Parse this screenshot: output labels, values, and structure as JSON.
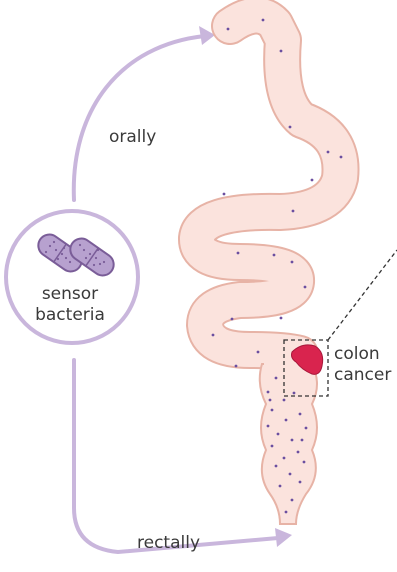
{
  "labels": {
    "orally": "orally",
    "rectally": "rectally",
    "sensor_line1": "sensor",
    "sensor_line2": "bacteria",
    "cancer_line1": "colon",
    "cancer_line2": "cancer"
  },
  "colors": {
    "arrow": "#c9b6dc",
    "circle_stroke": "#c9b6dc",
    "gut_fill": "#fbe3dd",
    "gut_stroke": "#e7b3a6",
    "bacteria_fill": "#b7a1cf",
    "bacteria_stroke": "#7a5d98",
    "dots": "#6b4fa0",
    "tumor": "#d9244e",
    "zoom_box": "#333333",
    "text": "#3a3a3a"
  },
  "icons": [
    "bacteria-icon",
    "tumor-icon"
  ]
}
